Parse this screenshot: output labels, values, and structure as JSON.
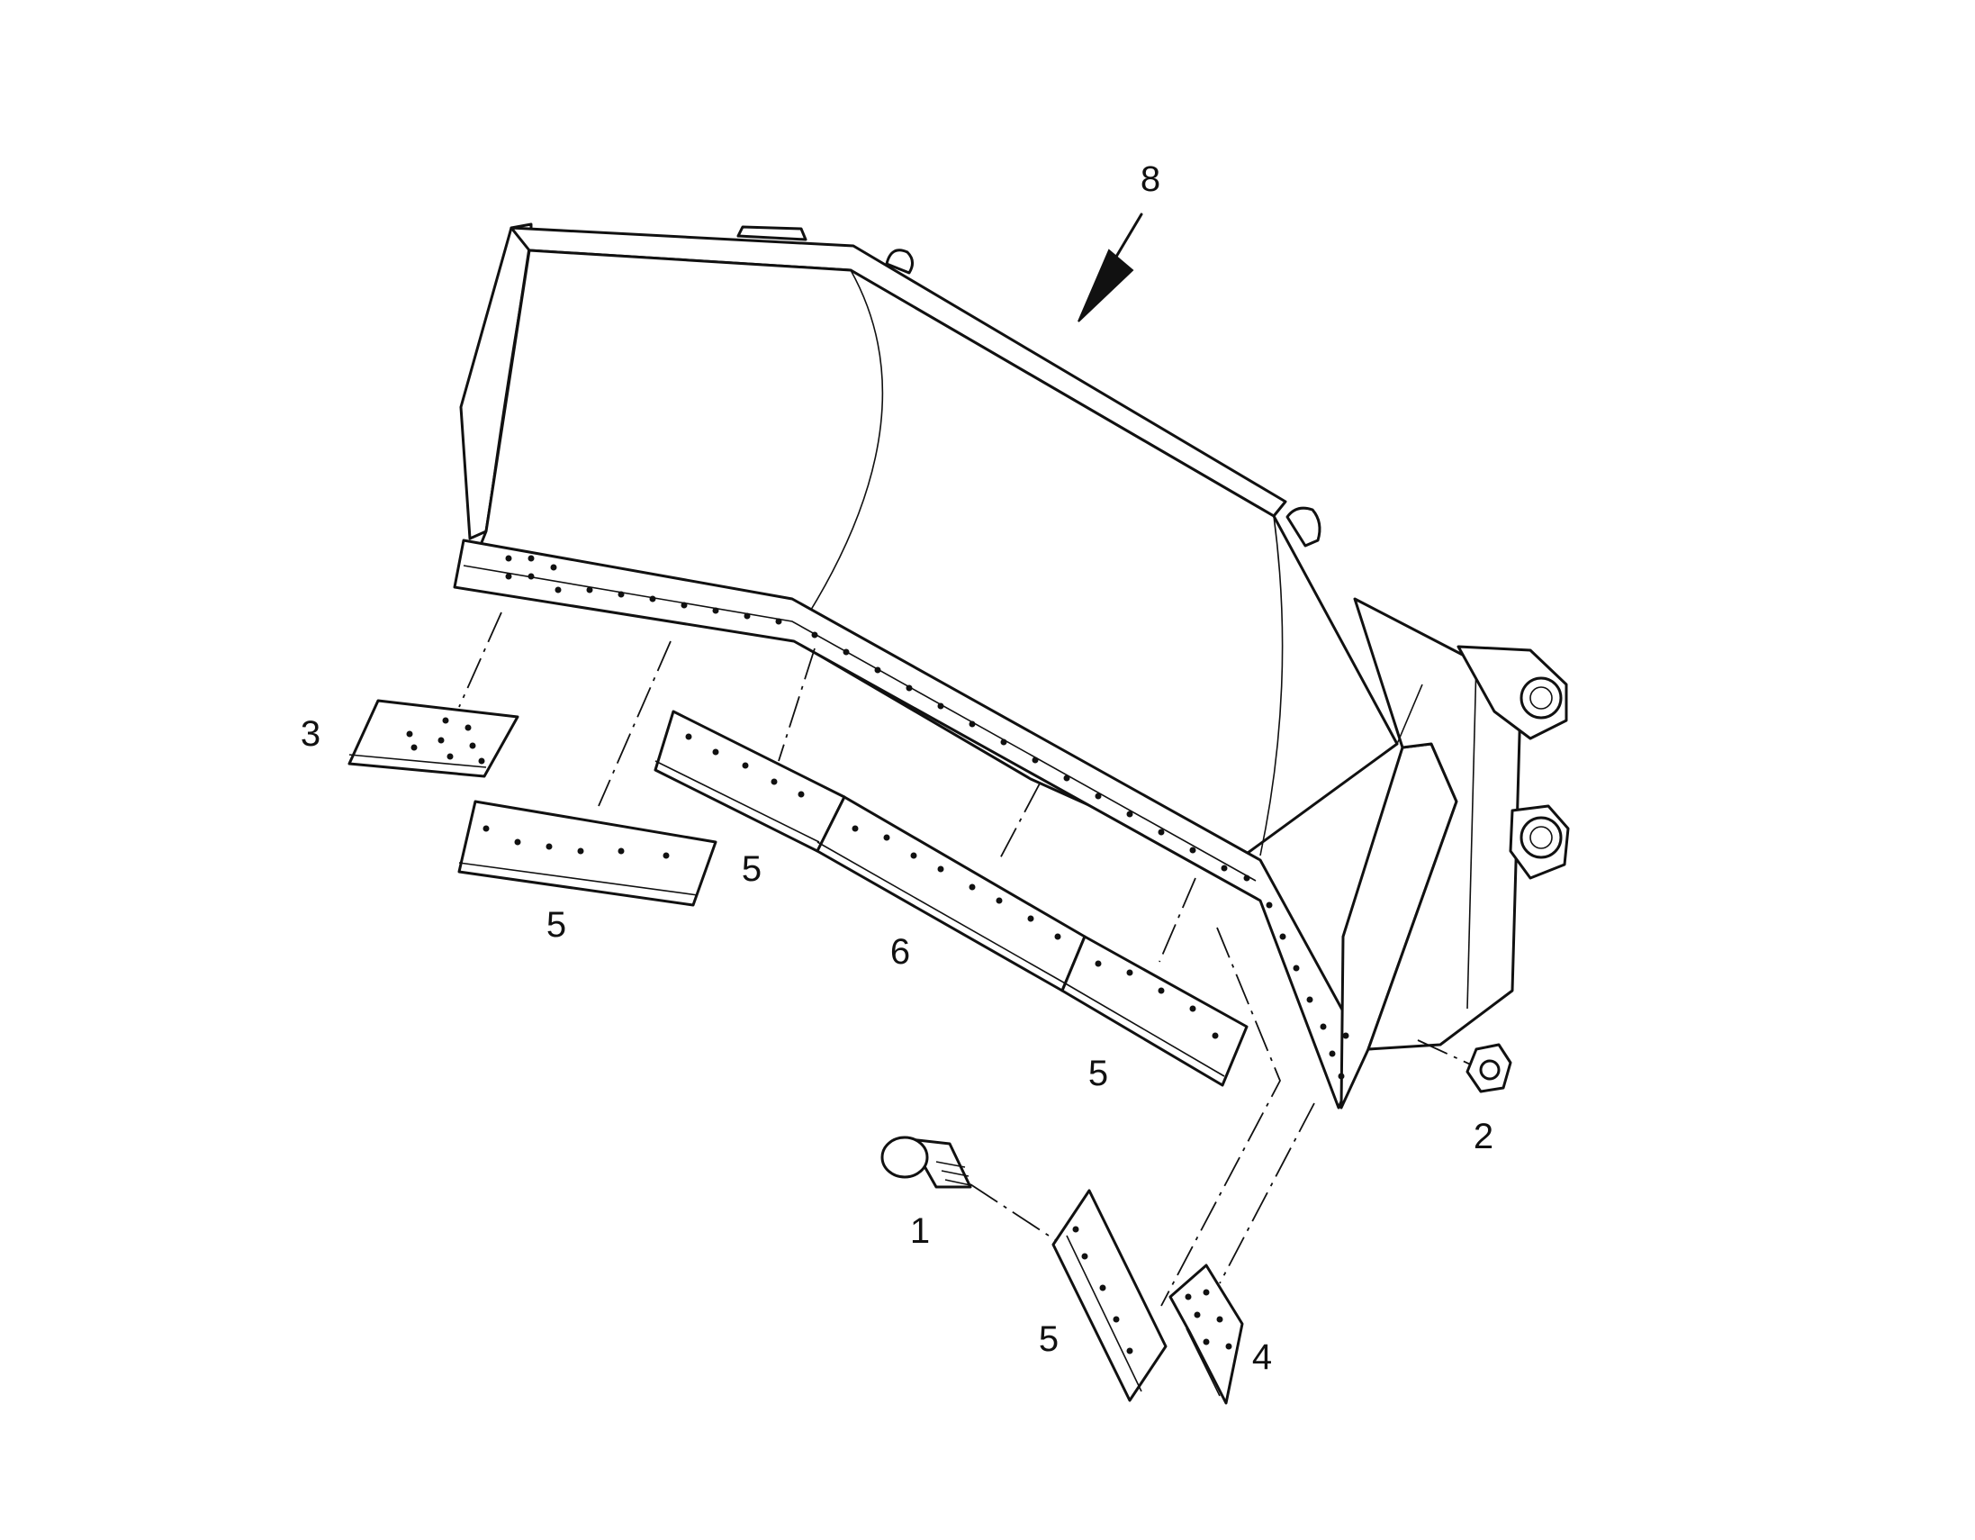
{
  "callouts": {
    "bolt": "1",
    "nut": "2",
    "left_corner_segment": "3",
    "right_corner_segment": "4",
    "segment_a": "5",
    "segment_b": "5",
    "segment_c": "5",
    "segment_d": "5",
    "center_segment": "6",
    "bucket": "8"
  },
  "colors": {
    "ink": "#111111",
    "background": "#ffffff"
  }
}
